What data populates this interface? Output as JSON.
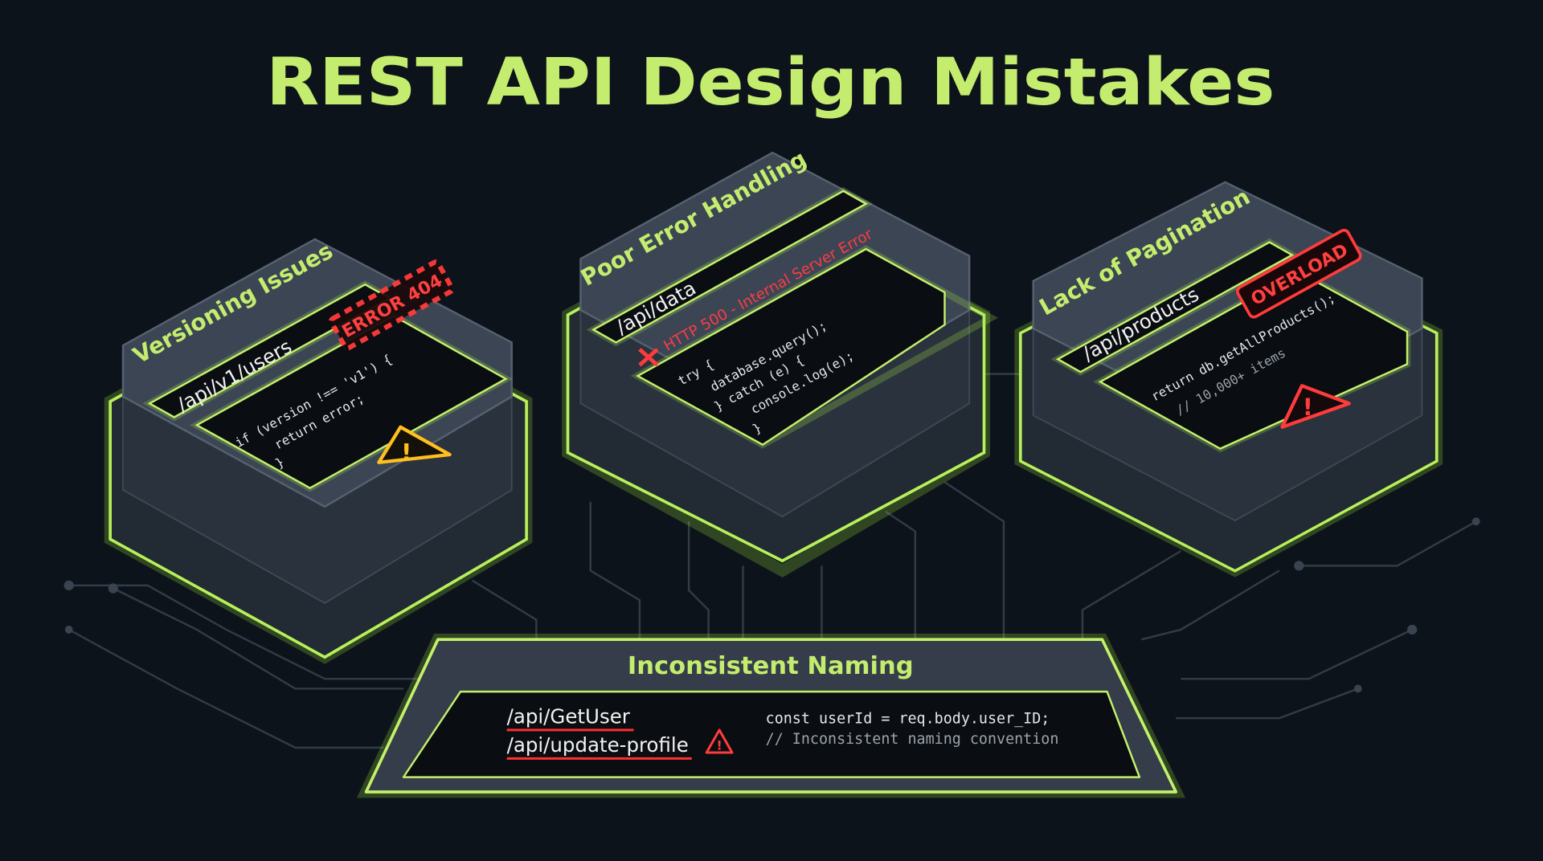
{
  "title": "REST API Design Mistakes",
  "colors": {
    "accent": "#c4ec6e",
    "error": "#ff3b3b",
    "warning": "#ffc01f",
    "background": "#0d131b"
  },
  "cards": [
    {
      "title": "Versioning Issues",
      "endpoint": "/api/v1/users",
      "badge": "ERROR 404",
      "code": [
        "if (version !== 'v1') {",
        "return error;",
        "}"
      ],
      "icon": "warning-triangle-yellow"
    },
    {
      "title": "Poor Error Handling",
      "endpoint": "/api/data",
      "error_message": "HTTP 500 - Internal Server Error",
      "code": [
        "try {",
        "database.query();",
        "} catch (e) {",
        "console.log(e);",
        "}"
      ],
      "icon": "x-mark-red"
    },
    {
      "title": "Lack of Pagination",
      "endpoint": "/api/products",
      "badge": "OVERLOAD",
      "code": [
        "return db.getAllProducts();",
        "// 10,000+ items"
      ],
      "icon": "warning-triangle-red"
    }
  ],
  "naming": {
    "title": "Inconsistent Naming",
    "endpoints": [
      "/api/GetUser",
      "/api/update-profile"
    ],
    "code": [
      "const userId = req.body.user_ID;",
      "// Inconsistent naming convention"
    ],
    "icon": "warning-triangle-red"
  }
}
